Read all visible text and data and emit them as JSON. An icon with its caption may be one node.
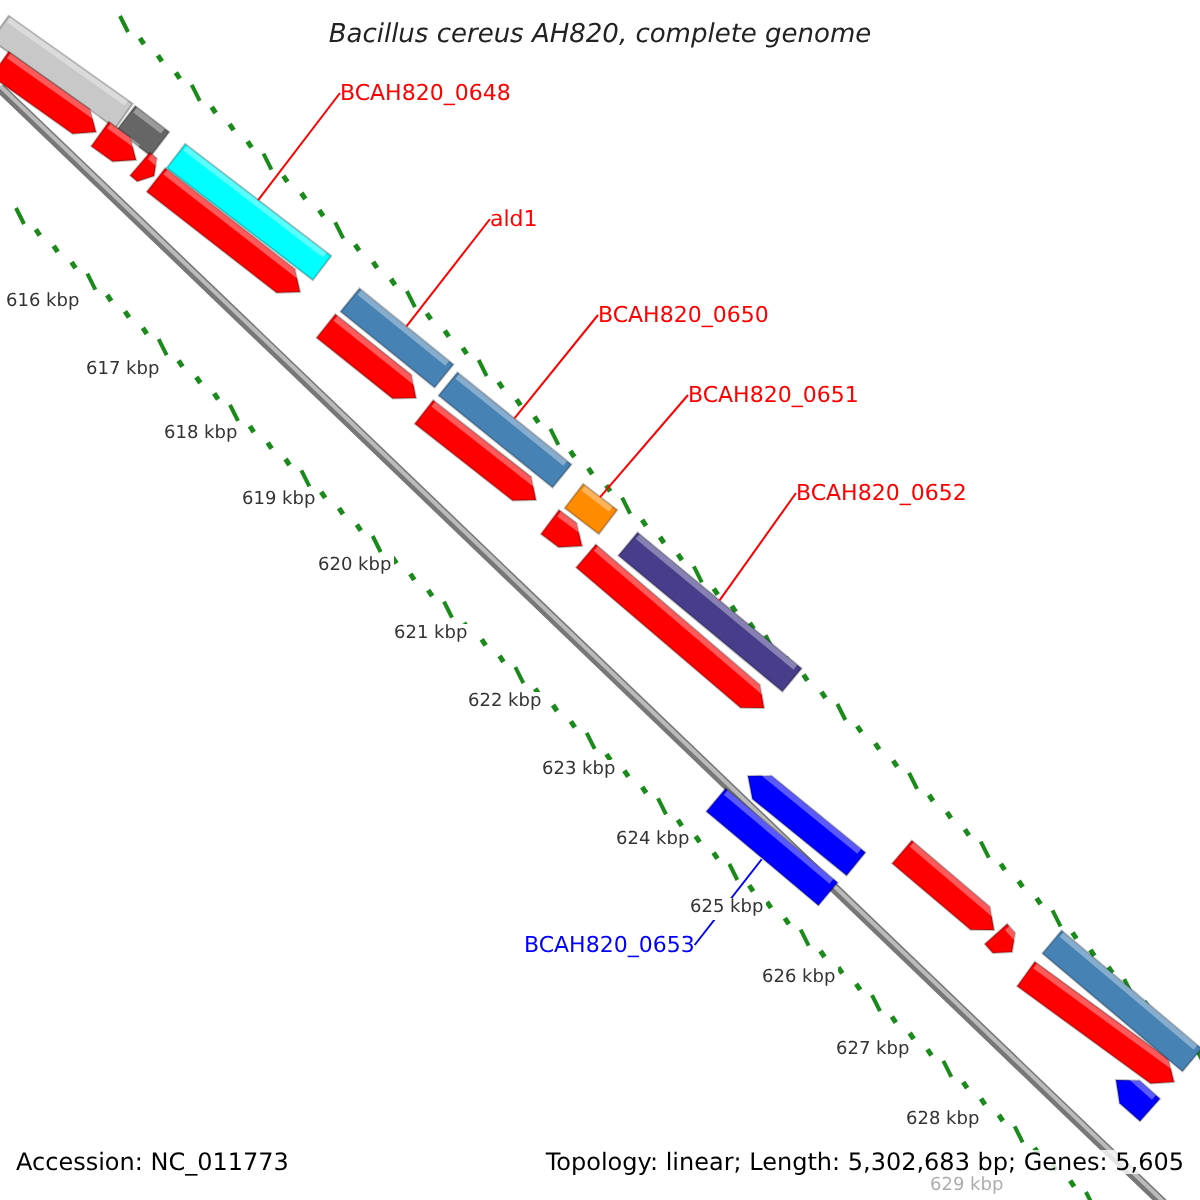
{
  "diagram": {
    "title": "Bacillus cereus AH820, complete genome",
    "nodes": [
      {
        "text": [
          "BCAH820_0648"
        ]
      },
      {
        "text": [],
        "shape": "bar"
      },
      {
        "text": [
          "ald1"
        ]
      },
      {
        "text": [],
        "shape": "bar"
      },
      {
        "text": [
          "BCAH820_0650"
        ]
      },
      {
        "text": [],
        "shape": "bar"
      },
      {
        "text": [
          "BCAH820_0651"
        ]
      },
      {
        "text": [],
        "shape": "bar"
      },
      {
        "text": [
          "BCAH820_0652"
        ]
      },
      {
        "text": [],
        "shape": "bar"
      },
      {
        "text": [
          "BCAH820_0653"
        ]
      },
      {
        "text": [],
        "shape": "bar"
      }
    ],
    "edges": [
      {
        "from": 0,
        "to": 1,
        "arrow": "none"
      },
      {
        "from": 2,
        "to": 3,
        "arrow": "none"
      },
      {
        "from": 4,
        "to": 5,
        "arrow": "none"
      },
      {
        "from": 6,
        "to": 7,
        "arrow": "none"
      },
      {
        "from": 8,
        "to": 9,
        "arrow": "none"
      },
      {
        "from": 10,
        "to": 11,
        "arrow": "none",
        "color": "#0000ff"
      }
    ],
    "labels": [
      "616 kbp",
      "617 kbp",
      "618 kbp",
      "619 kbp",
      "620 kbp",
      "621 kbp",
      "622 kbp",
      "623 kbp",
      "624 kbp",
      "625 kbp",
      "626 kbp",
      "627 kbp",
      "628 kbp",
      "629 kbp",
      "Accession: NC_011773",
      "Topology: linear; Length: 5,302,683 bp; Genes: 5,605"
    ]
  }
}
